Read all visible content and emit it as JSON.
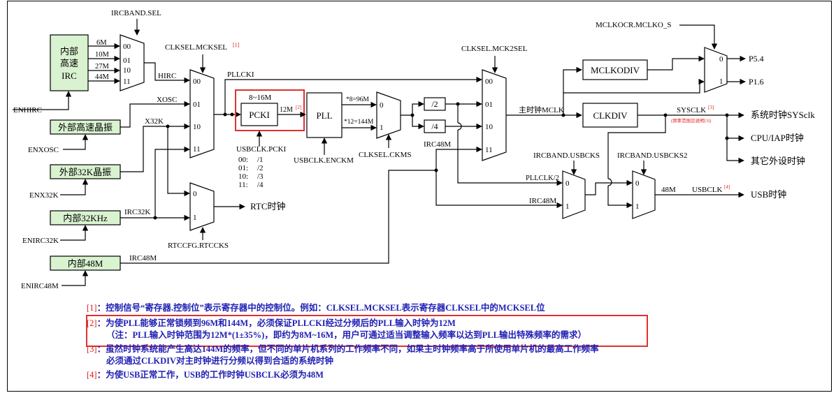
{
  "colors": {
    "osc_fill": "#d9f2d0",
    "note_text": "#1f1fb4",
    "ref_red": "#e01818",
    "highlight": "#e03030"
  },
  "sources": {
    "irc": [
      "内部",
      "高速",
      "IRC"
    ],
    "xosc": "外部高速晶振",
    "x32k": "外部32K晶振",
    "irc32k": "内部32KHz",
    "irc48m": "内部48M"
  },
  "enables": {
    "enhirc": "ENHIRC",
    "enxosc": "ENXOSC",
    "enx32k": "ENX32K",
    "enirc32k": "ENIRC32K",
    "enirc48m": "ENIRC48M"
  },
  "irc_freqs": [
    "6M",
    "10M",
    "27M",
    "44M"
  ],
  "mux": {
    "ircband": {
      "label": "IRCBAND.SEL",
      "inputs": [
        "00",
        "01",
        "10",
        "11"
      ]
    },
    "mcksel": {
      "label": "CLKSEL.MCKSEL",
      "ref": "[1]",
      "inputs": [
        "00",
        "01",
        "10",
        "11"
      ]
    },
    "mck2sel": {
      "label": "CLKSEL.MCK2SEL",
      "inputs": [
        "00",
        "01",
        "10",
        "11"
      ]
    },
    "rtc": {
      "label": "RTCCFG.RTCCKS",
      "inputs": [
        "0",
        "1"
      ]
    },
    "ckms": {
      "label": "CLKSEL.CKMS",
      "inputs": [
        "0",
        "1"
      ]
    },
    "mclko": {
      "label": "MCLKOCR.MCLKO_S",
      "inputs": [
        "0",
        "1"
      ]
    },
    "usbcks": {
      "label": "IRCBAND.USBCKS",
      "inputs": [
        "0",
        "1"
      ]
    },
    "usbcks2": {
      "label": "IRCBAND.USBCKS2",
      "inputs": [
        "0",
        "1"
      ]
    }
  },
  "signals": {
    "hirc": "HIRC",
    "xosc": "XOSC",
    "x32k": "X32K",
    "irc32k": "IRC32K",
    "pllcki": "PLLCKI",
    "irc48m": "IRC48M",
    "irc48m_b": "IRC48M",
    "irc48m_c": "IRC48M",
    "mclk": "主时钟MCLK",
    "sysclk": "SYSCLK",
    "sysclk_ref": "[3]",
    "sysclk_note": "(频率范围见说明[3])",
    "pllclk2": "PLLCLK/2",
    "usbclk": "USBCLK",
    "usbclk_ref": "[4]",
    "m12": "12M",
    "m12_ref": "[2]",
    "x8": "*8=96M",
    "x12": "*12=144M",
    "m48": "48M"
  },
  "pcki": {
    "range": "8~16M",
    "label": "PCKI",
    "ctrl": "USBCLK.PCKI",
    "divs": [
      {
        "code": "00:",
        "div": "/1"
      },
      {
        "code": "01:",
        "div": "/2"
      },
      {
        "code": "10:",
        "div": "/3"
      },
      {
        "code": "11:",
        "div": "/4"
      }
    ]
  },
  "pll": {
    "label": "PLL",
    "ctrl": "USBCLK.ENCKM"
  },
  "dividers": {
    "div2": "/2",
    "div4": "/4"
  },
  "blocks": {
    "mclkodiv": "MCLKODIV",
    "clkdiv": "CLKDIV"
  },
  "outputs": {
    "p54": "P5.4",
    "p16": "P1.6",
    "rtc": "RTC时钟",
    "sysclk": "系统时钟SYSclk",
    "cpu": "CPU/IAP时钟",
    "other": "其它外设时钟",
    "usb": "USB时钟"
  },
  "notes": [
    {
      "ref": "[1]",
      "lines": [
        "：控制信号“寄存器.控制位”表示寄存器中的控制位。例如：CLKSEL.MCKSEL表示寄存器CLKSEL中的MCKSEL位"
      ]
    },
    {
      "ref": "[2]",
      "lines": [
        "：为使PLL能够正常锁频到96M和144M，必须保证PLLCKI经过分频后的PLL输入时钟为12M",
        "（注：PLL输入时钟范围为12M*(1±35%)，即约为8M~16M，用户可通过适当调整输入频率以达到PLL输出特殊频率的需求）"
      ]
    },
    {
      "ref": "[3]",
      "lines": [
        "：虽然时钟系统能产生高达144M的频率，但不同的单片机系列的工作频率不同，如果主时钟频率高于所使用单片机的最高工作频率",
        "必须通过CLKDIV对主时钟进行分频以得到合适的系统时钟"
      ]
    },
    {
      "ref": "[4]",
      "lines": [
        "：为使USB正常工作，USB的工作时钟USBCLK必须为48M"
      ]
    }
  ]
}
